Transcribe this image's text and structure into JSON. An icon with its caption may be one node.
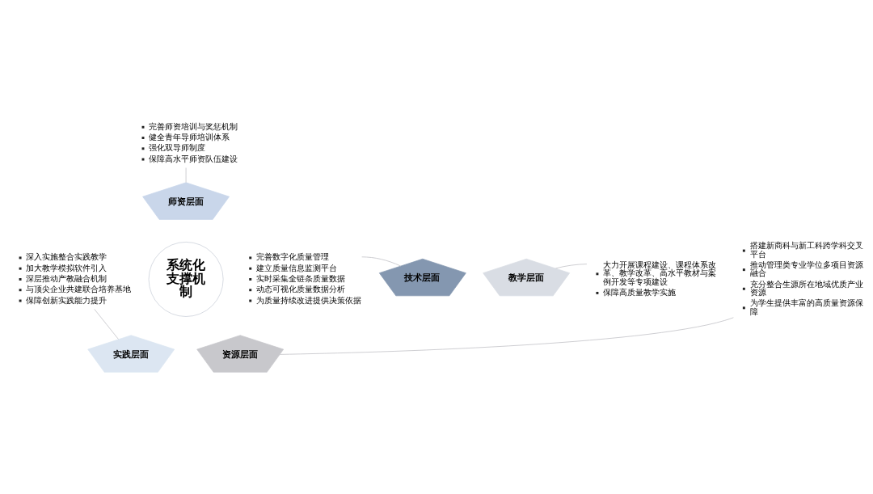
{
  "diagram": {
    "nodes": [
      {
        "text": [
          "系统化支撑机制"
        ]
      },
      {
        "text": [
          "师资层面"
        ]
      },
      {
        "text": [
          "教学层面"
        ]
      },
      {
        "text": [
          "实践层面"
        ]
      },
      {
        "text": [
          "资源层面"
        ]
      },
      {
        "text": [
          "技术层面"
        ]
      },
      {
        "text": [
          "完善师资培训与奖惩机制",
          "健全青年导师培训体系",
          "强化双导师制度",
          "保障高水平师资队伍建设"
        ]
      },
      {
        "text": [
          "大力开展课程建设、课程体系改革、教学改革、高水平教材与案例开发等专项建设",
          "保障高质量教学实施"
        ]
      },
      {
        "text": [
          "深入实施整合实践教学",
          "加大教学模拟软件引入",
          "深层推动产教融合机制",
          "与顶尖企业共建联合培养基地",
          "保障创新实践能力提升"
        ]
      },
      {
        "text": [
          "搭建新商科与新工科跨学科交叉平台",
          "推动管理类专业学位多项目资源融合",
          "充分整合生源所在地域优质产业资源",
          "为学生提供丰富的高质量资源保障"
        ]
      },
      {
        "text": [
          "完善数字化质量管理",
          "建立质量信息监测平台",
          "实时采集全链条质量数据",
          "动态可视化质量数据分析",
          "为质量持续改进提供决策依据"
        ]
      }
    ],
    "edges": [
      {
        "from": 6,
        "to": 1,
        "arrow": "none"
      },
      {
        "from": 7,
        "to": 2,
        "arrow": "none"
      },
      {
        "from": 8,
        "to": 3,
        "arrow": "none"
      },
      {
        "from": 9,
        "to": 4,
        "arrow": "none"
      },
      {
        "from": 10,
        "to": 5,
        "arrow": "none"
      }
    ]
  }
}
